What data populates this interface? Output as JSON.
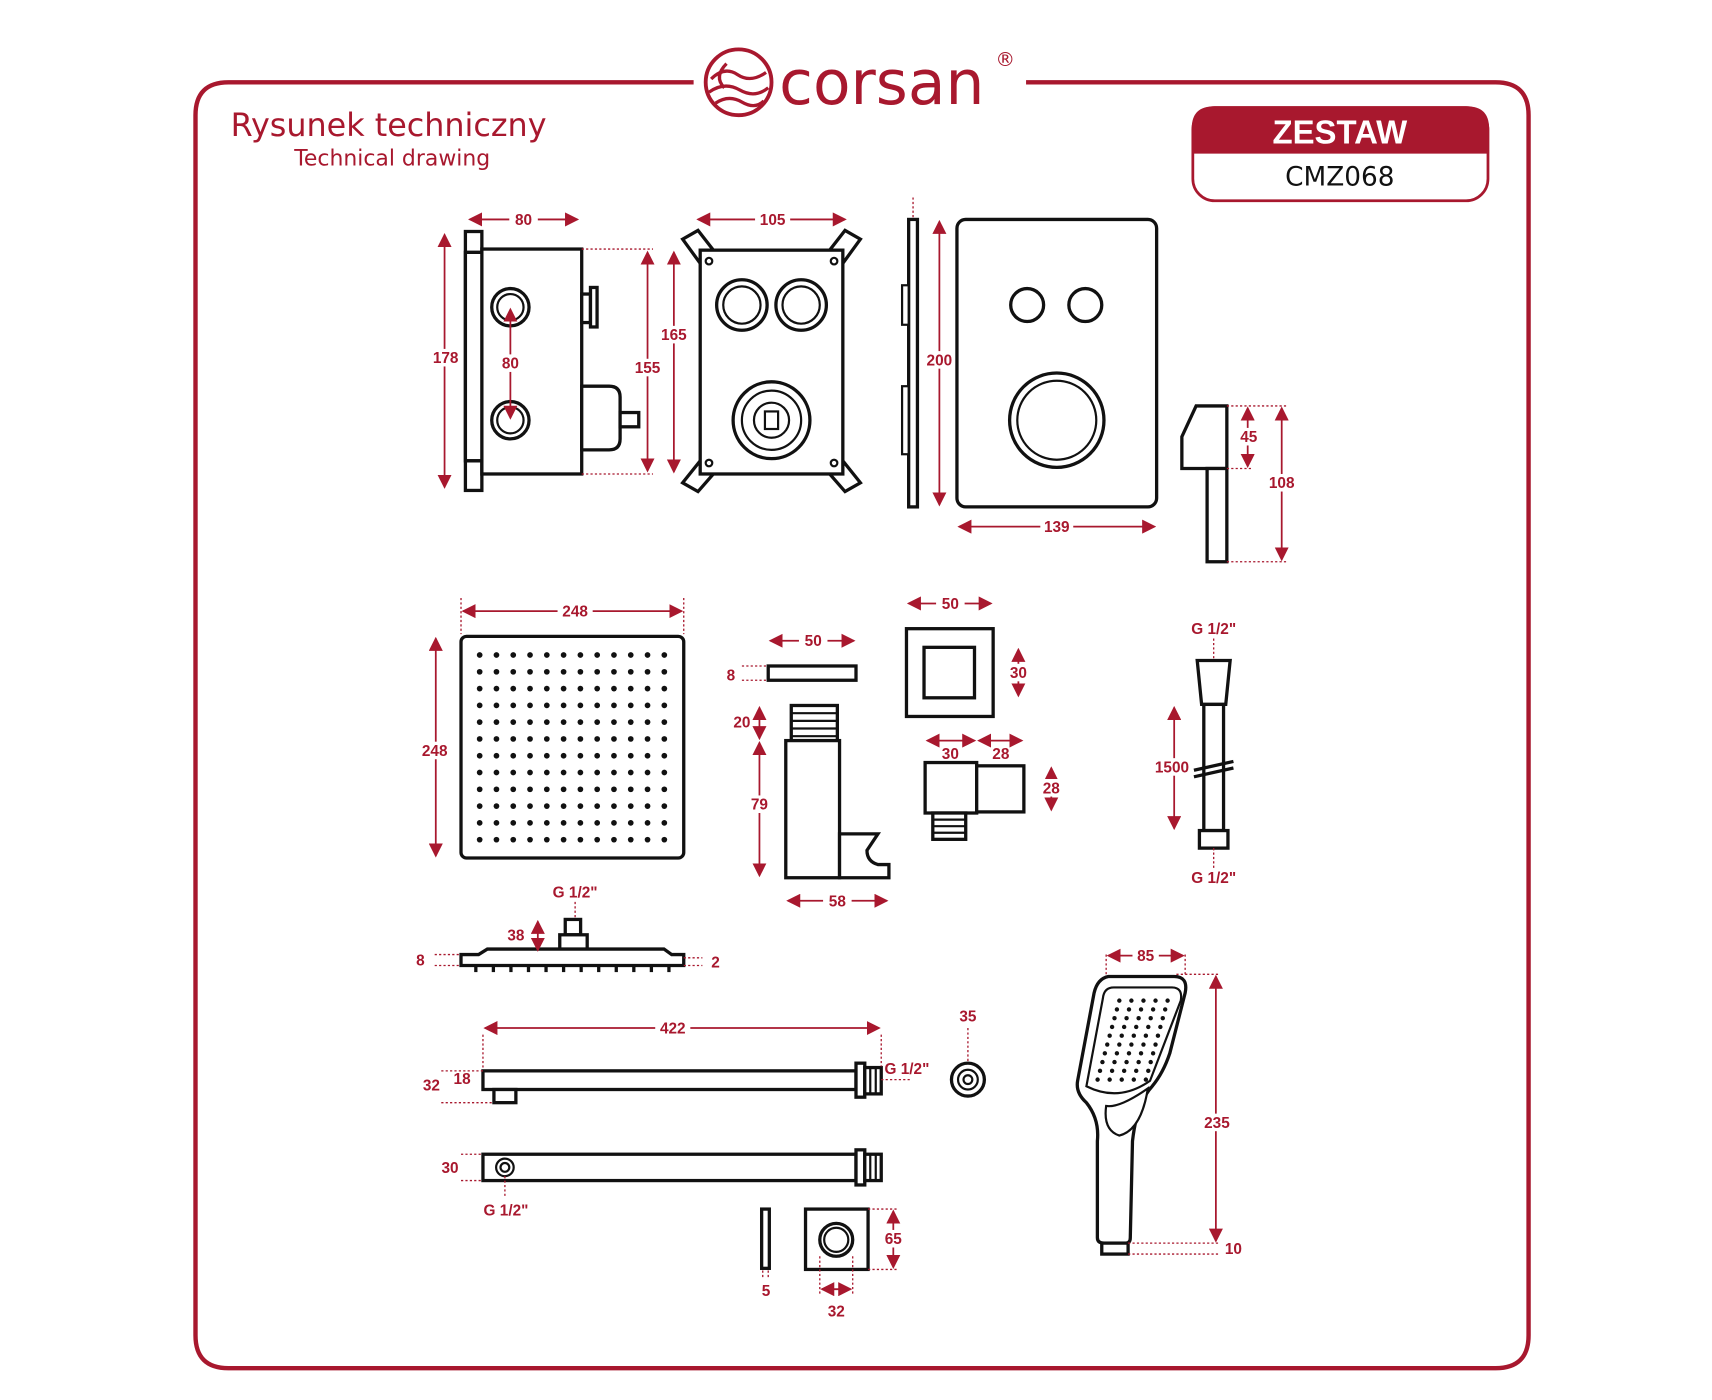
{
  "brand": {
    "name": "corsan",
    "registered": "®"
  },
  "title": {
    "pl": "Rysunek techniczny",
    "en": "Technical drawing"
  },
  "badge": {
    "category": "ZESTAW",
    "code": "CMZ068"
  },
  "accent_color": "#a8182e",
  "dimensions": {
    "box_width": "80",
    "box_height": "178",
    "box_inner_height": "155",
    "box_valve_spacing": "80",
    "box_front_width": "105",
    "box_front_height": "165",
    "plate_height": "200",
    "plate_width": "139",
    "holder_height": "45",
    "holder_total": "108",
    "head_width": "248",
    "head_height": "248",
    "head_stub": "38",
    "head_thickness": "8",
    "head_edge": "2",
    "head_thread": "G 1/2\"",
    "bar_length": "50",
    "bar_thickness": "8",
    "bracket_thread": "20",
    "bracket_height": "79",
    "bracket_width": "58",
    "flange_width": "50",
    "flange_inner": "30",
    "elbow_a": "30",
    "elbow_b": "28",
    "elbow_c": "28",
    "hose_thread_top": "G 1/2\"",
    "hose_length": "1500",
    "hose_thread_bottom": "G 1/2\"",
    "arm_length": "422",
    "arm_tube": "18",
    "arm_total": "32",
    "arm_thread": "G 1/2\"",
    "rosette": "35",
    "arm2_height": "30",
    "arm2_thread": "G 1/2\"",
    "spacer": "5",
    "wall_plate": "65",
    "wall_plate_hole": "32",
    "hand_width": "85",
    "hand_length": "235",
    "hand_thread": "10"
  }
}
